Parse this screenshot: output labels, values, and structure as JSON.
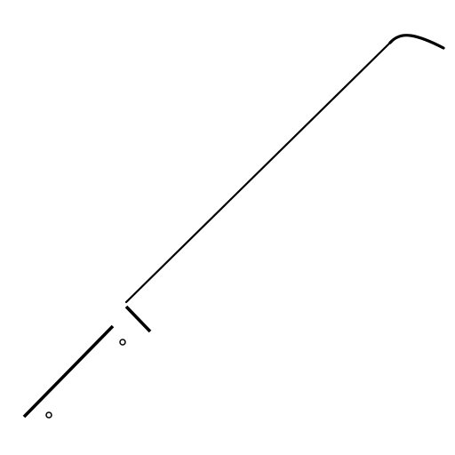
{
  "drawing": {
    "background_color": "#ffffff",
    "stroke_color": "#000000",
    "elements": [
      "long-diagonal-line",
      "top-right-curved-hook",
      "short-angled-bracket",
      "lower-thick-segment",
      "upper-small-circle",
      "lower-small-circle"
    ]
  }
}
